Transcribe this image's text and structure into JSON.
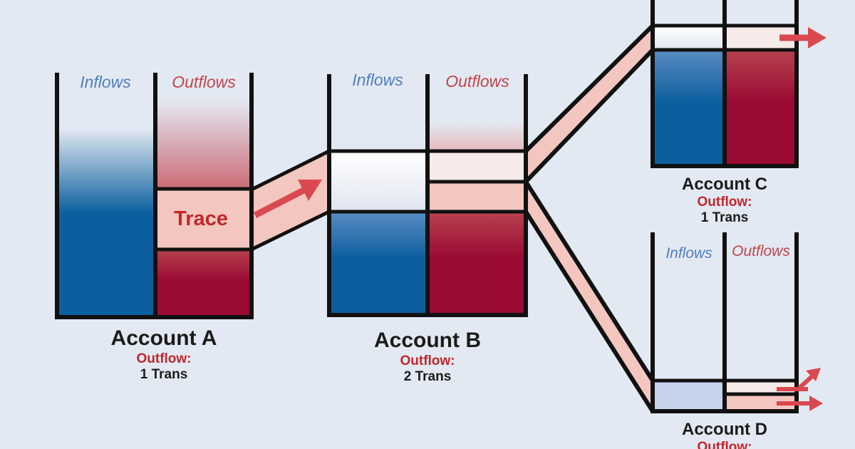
{
  "labels": {
    "inflows": "Inflows",
    "outflows": "Outflows",
    "trace": "Trace"
  },
  "accounts": {
    "a": {
      "name": "Account A",
      "outflow_label": "Outflow:",
      "trans": "1 Trans"
    },
    "b": {
      "name": "Account B",
      "outflow_label": "Outflow:",
      "trans": "2 Trans"
    },
    "c": {
      "name": "Account C",
      "outflow_label": "Outflow:",
      "trans": "1 Trans"
    },
    "d": {
      "name": "Account D",
      "outflow_label": "Outflow:"
    }
  },
  "colors": {
    "background": "#e3e9f2",
    "inflow_blue": "#0b5f9e",
    "outflow_red": "#9a0a33",
    "trace_pink": "#f3c6c0",
    "arrow_red": "#d9494f",
    "outline": "#111111"
  }
}
